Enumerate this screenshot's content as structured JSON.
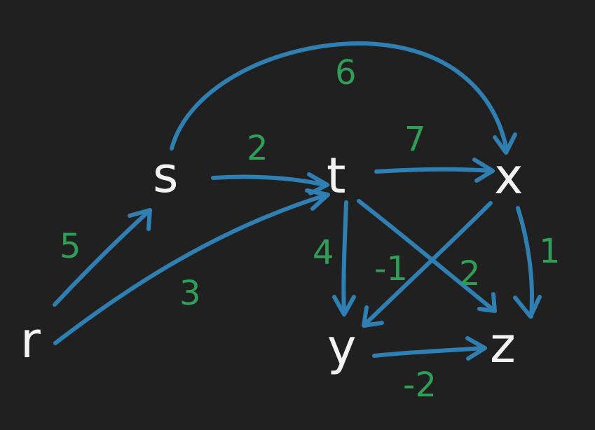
{
  "graph": {
    "nodes": {
      "r": "r",
      "s": "s",
      "t": "t",
      "x": "x",
      "y": "y",
      "z": "z"
    },
    "edges": [
      {
        "from": "r",
        "to": "s",
        "weight": "5"
      },
      {
        "from": "r",
        "to": "t",
        "weight": "3"
      },
      {
        "from": "s",
        "to": "t",
        "weight": "2"
      },
      {
        "from": "s",
        "to": "x",
        "weight": "6"
      },
      {
        "from": "t",
        "to": "x",
        "weight": "7"
      },
      {
        "from": "t",
        "to": "y",
        "weight": "4"
      },
      {
        "from": "t",
        "to": "z",
        "weight": "2"
      },
      {
        "from": "x",
        "to": "y",
        "weight": "-1"
      },
      {
        "from": "x",
        "to": "z",
        "weight": "1"
      },
      {
        "from": "y",
        "to": "z",
        "weight": "-2"
      }
    ],
    "colors": {
      "background": "#202020",
      "edge": "#2f7fb3",
      "weight": "#2f9e57",
      "node": "#f3f3f3"
    }
  }
}
